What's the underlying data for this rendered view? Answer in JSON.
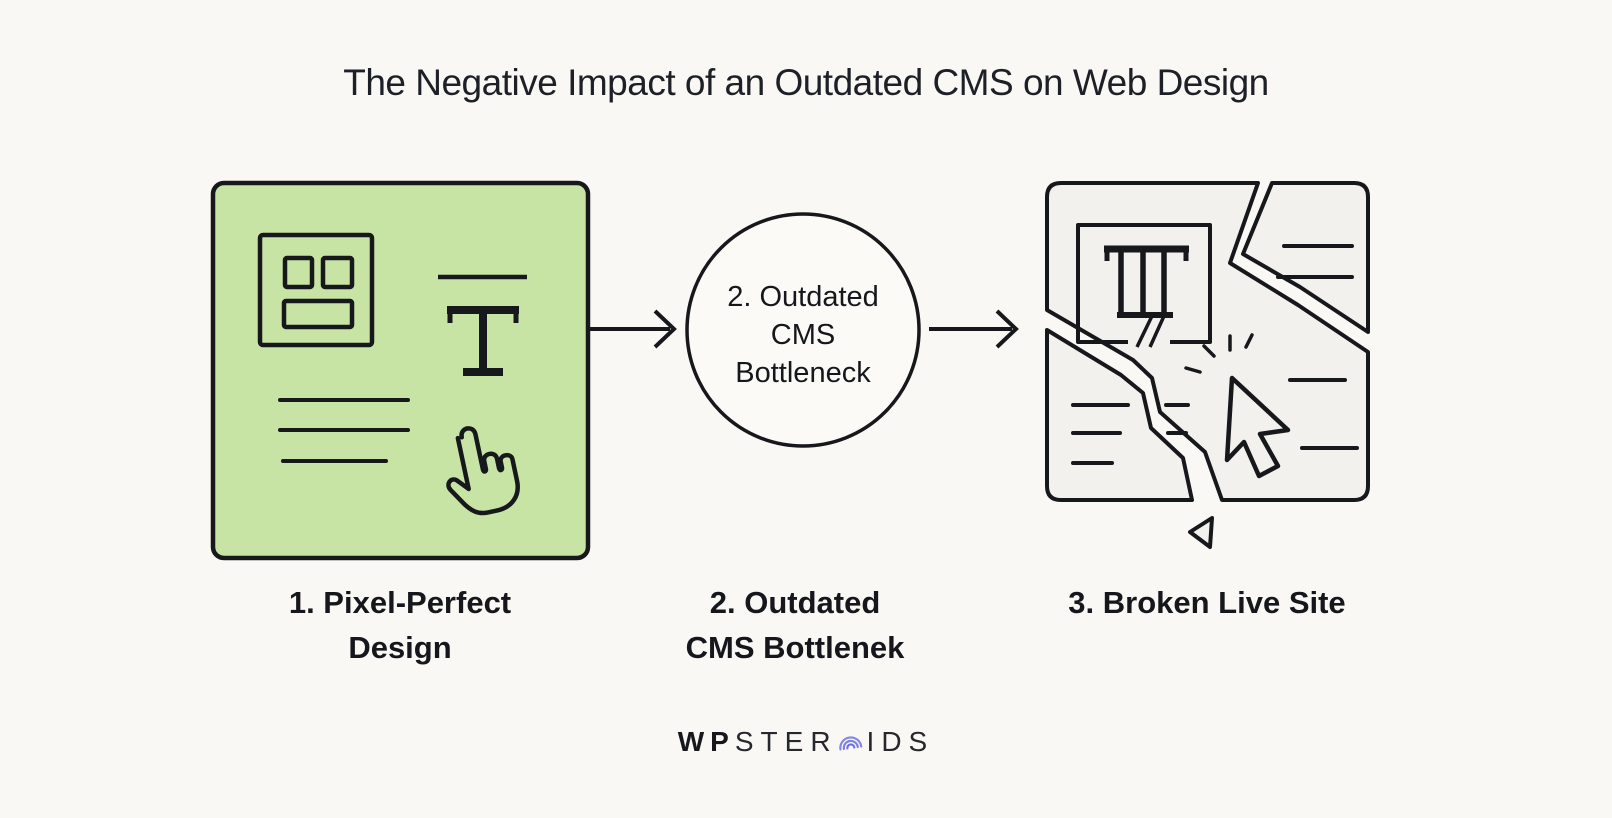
{
  "title": "The Negative Impact of an Outdated CMS on Web Design",
  "flow": {
    "step1": {
      "caption_line1": "1. Pixel-Perfect",
      "caption_line2": "Design",
      "icons": [
        "wireframe-icon",
        "typography-icon",
        "text-lines-icon",
        "tap-hand-icon"
      ]
    },
    "step2": {
      "circle_line1": "2. Outdated",
      "circle_line2": "CMS",
      "circle_line3": "Bottleneck",
      "caption_line1": "2. Outdated",
      "caption_line2": "CMS Bottlenek"
    },
    "step3": {
      "caption_line1": "3. Broken Live Site",
      "icons": [
        "broken-typography-icon",
        "text-lines-icon",
        "click-cursor-icon",
        "shard-fragment-icon"
      ]
    }
  },
  "footer": {
    "logo_prefix": "WP",
    "logo_mid": "STER",
    "logo_suffix": "IDS",
    "logo_o_icon": "concentric-arcs-icon"
  },
  "colors": {
    "background": "#faf8f4",
    "ink": "#17181c",
    "design_green": "#c8e4a4",
    "broken_fill": "#f2f1ed",
    "logo_accent": "#6c74e2"
  }
}
